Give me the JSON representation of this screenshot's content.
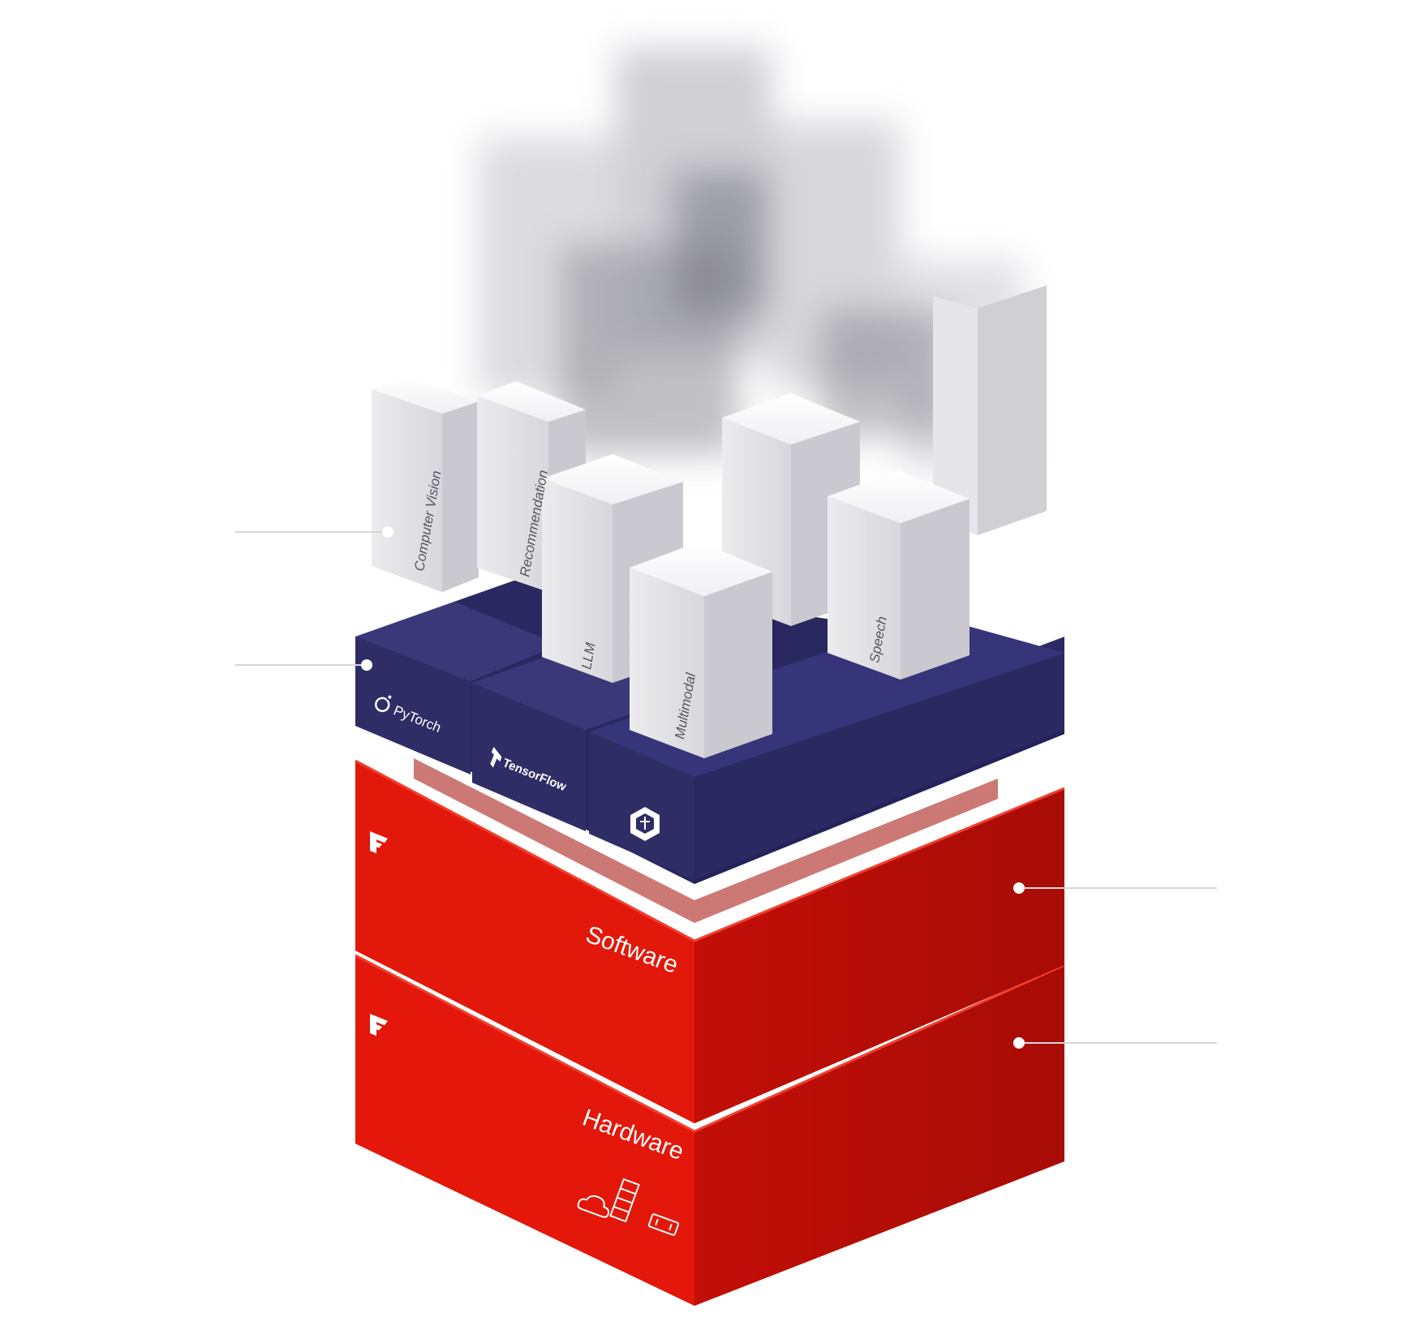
{
  "colors": {
    "red": "#e3170a",
    "red_dark": "#b50e06",
    "red_side": "#cf1208",
    "navy": "#2f2d66",
    "navy_dark": "#1f1d4d",
    "navy_top": "#3a3878",
    "block_white": "#f2f2f4",
    "block_side": "#d6d6db",
    "leader": "#c7c7cf"
  },
  "layers": {
    "hardware": {
      "label": "Hardware",
      "icons": [
        "cloud-icon",
        "server-rack-icon",
        "device-card-icon"
      ]
    },
    "software": {
      "label": "Software"
    },
    "brand_icon": "brand-logo-icon"
  },
  "frameworks": [
    {
      "name": "PyTorch"
    },
    {
      "name": "TensorFlow"
    },
    {
      "name": "",
      "icon": "cube-framework-icon"
    }
  ],
  "workloads": [
    {
      "label": "Computer Vision"
    },
    {
      "label": "Recommendation"
    },
    {
      "label": "LLM"
    },
    {
      "label": "Multimodal"
    },
    {
      "label": "Speech"
    }
  ]
}
